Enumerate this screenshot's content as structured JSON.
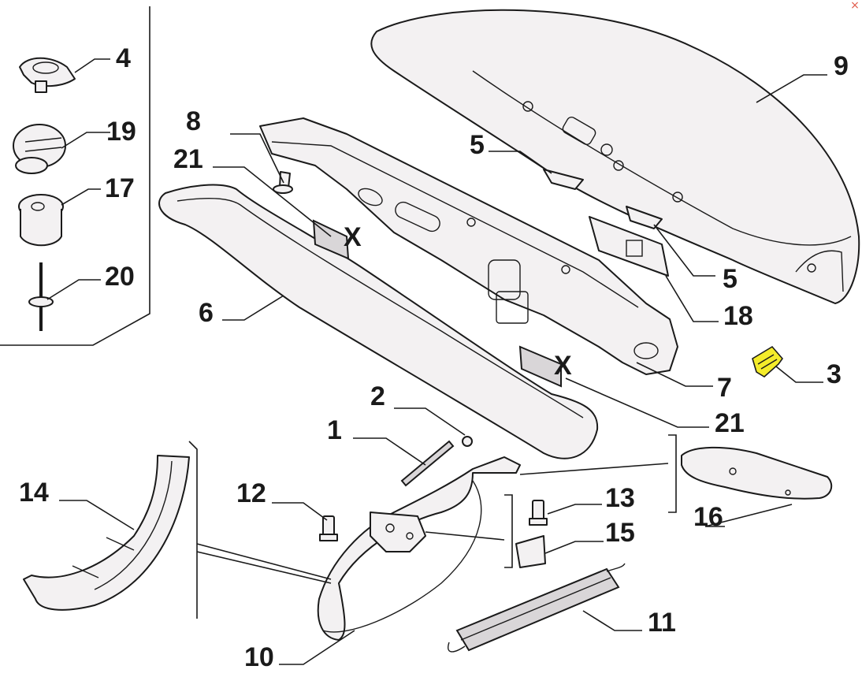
{
  "diagram": {
    "callouts": {
      "c1": "1",
      "c2": "2",
      "c3": "3",
      "c4": "4",
      "c5a": "5",
      "c5b": "5",
      "c6": "6",
      "c7": "7",
      "c8": "8",
      "c9": "9",
      "c10": "10",
      "c11": "11",
      "c12": "12",
      "c13": "13",
      "c14": "14",
      "c15": "15",
      "c16": "16",
      "c17": "17",
      "c18": "18",
      "c19": "19",
      "c20": "20",
      "c21a": "21",
      "c21b": "21"
    },
    "markers": {
      "xa": "X",
      "xb": "X"
    },
    "highlight_color": "#f4ec2a"
  },
  "window": {
    "close_icon": "×",
    "close_color": "#e05a4a"
  }
}
